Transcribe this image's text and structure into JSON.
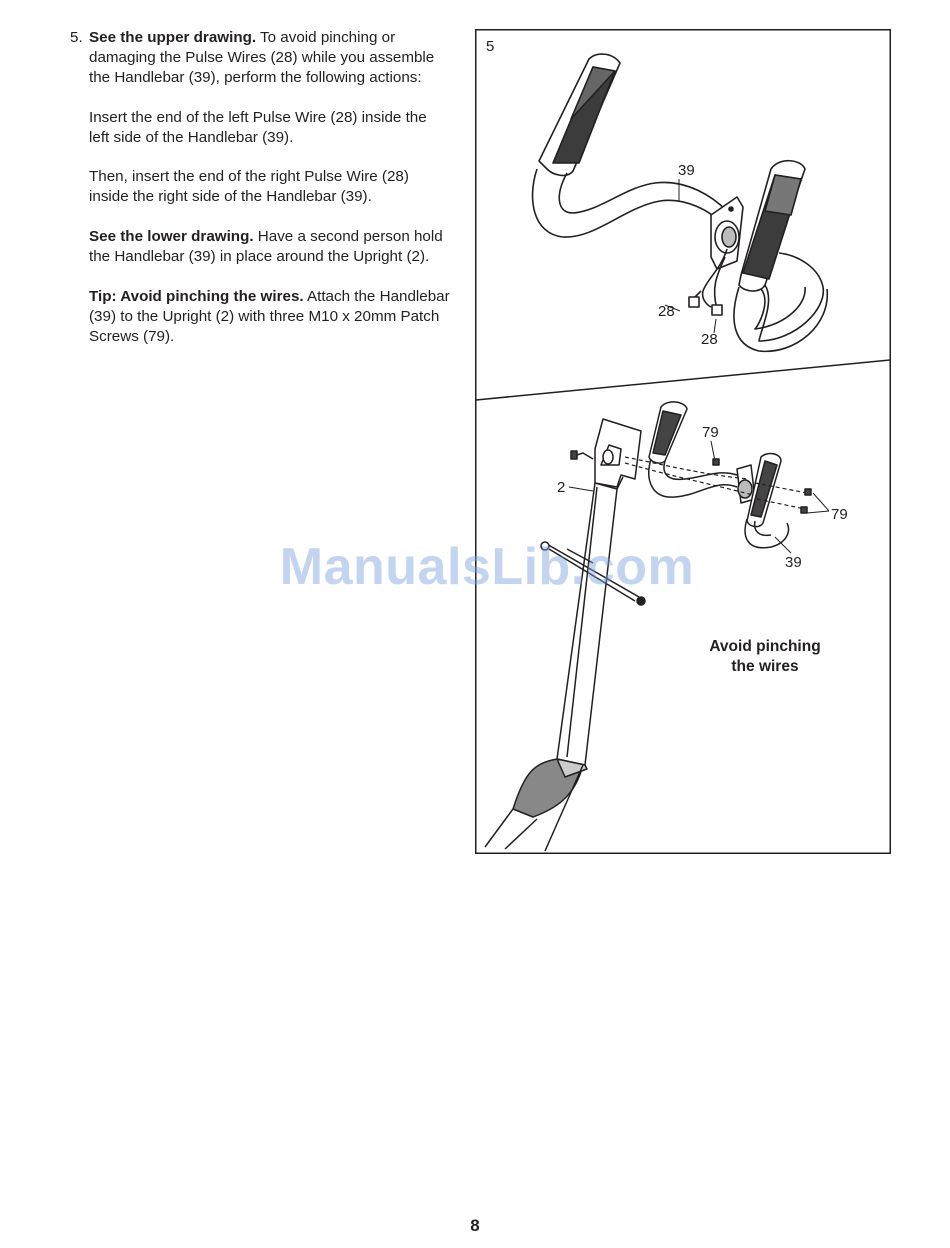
{
  "step": {
    "number": "5.",
    "p1_bold": "See the upper drawing.",
    "p1_rest": " To avoid pinching or damaging the Pulse Wires (28) while you assemble the Handlebar (39), perform the following actions:",
    "p2": "Insert the end of the left Pulse Wire (28) inside the left side of the Handlebar (39).",
    "p3": "Then, insert the end of the right Pulse Wire (28) inside the right side of the Handlebar (39).",
    "p4_bold": "See the lower drawing.",
    "p4_rest": " Have a second person hold the Handlebar (39) in place around the Upright (2).",
    "p5_bold": "Tip: Avoid pinching the wires.",
    "p5_rest": " Attach the Handlebar (39) to the Upright (2) with three M10 x 20mm Patch Screws (79)."
  },
  "figure": {
    "step_label": "5",
    "upper_callouts": {
      "handlebar": "39",
      "wire_left": "28",
      "wire_right": "28"
    },
    "lower_callouts": {
      "upright": "2",
      "screw_top": "79",
      "screws_right": "79",
      "handlebar": "39"
    },
    "note_line1": "Avoid pinching",
    "note_line2": "the wires"
  },
  "watermark": "ManualsLib.com",
  "page_number": "8"
}
